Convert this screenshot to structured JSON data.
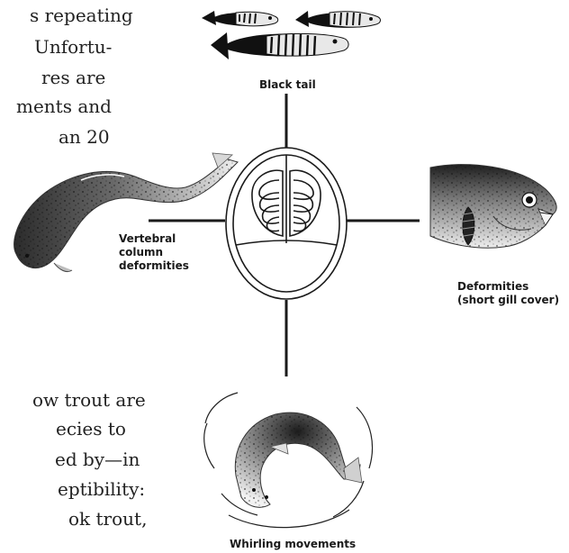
{
  "body_text": {
    "top_lines": [
      "s repeating",
      "Unfortu-",
      "res are",
      "ments and",
      "an 20"
    ],
    "bottom_lines": [
      "ow trout are",
      "ecies to",
      "ed by—in",
      "eptibility:",
      "ok trout,"
    ]
  },
  "diagram": {
    "center": {
      "icon": "myxobolus-spore-icon"
    },
    "symptoms": {
      "top": {
        "label": "Black tail",
        "icon": "black-tail-fish-icon"
      },
      "left": {
        "label_lines": [
          "Vertebral",
          "column",
          "deformities"
        ],
        "icon": "deformed-fish-icon"
      },
      "right": {
        "label_lines": [
          "Deformities",
          "(short gill cover)"
        ],
        "icon": "fish-head-icon"
      },
      "bottom": {
        "label": "Whirling movements",
        "icon": "whirling-fish-icon"
      }
    }
  }
}
